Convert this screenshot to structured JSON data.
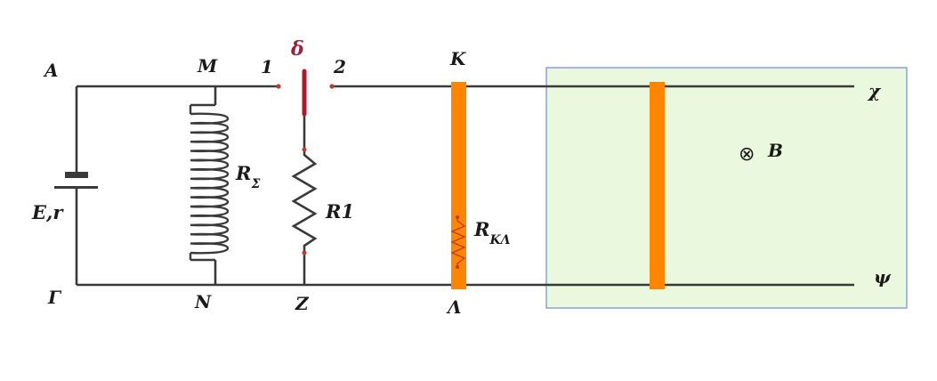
{
  "labels": {
    "A": "A",
    "M": "M",
    "one": "1",
    "delta": "δ",
    "two": "2",
    "K": "K",
    "chi": "χ",
    "B": "B",
    "field_symbol": "⊗",
    "R_sigma_main": "R",
    "R_sigma_sub": "Σ",
    "R1": "R1",
    "R_KL_main": "R",
    "R_KL_sub": "ΚΛ",
    "E_r": "E,r",
    "Gamma": "Γ",
    "N": "N",
    "Z": "Z",
    "Lambda": "Λ",
    "psi": "ψ"
  },
  "colors": {
    "wire": "#3a3a3a",
    "rod": "#ff8400",
    "field_fill": "#eaf9dd",
    "field_border": "#6f8bd6",
    "switch": "#b2182b",
    "resistor_in_rod": "#c0392b",
    "delta_label": "#9b1f3a"
  }
}
